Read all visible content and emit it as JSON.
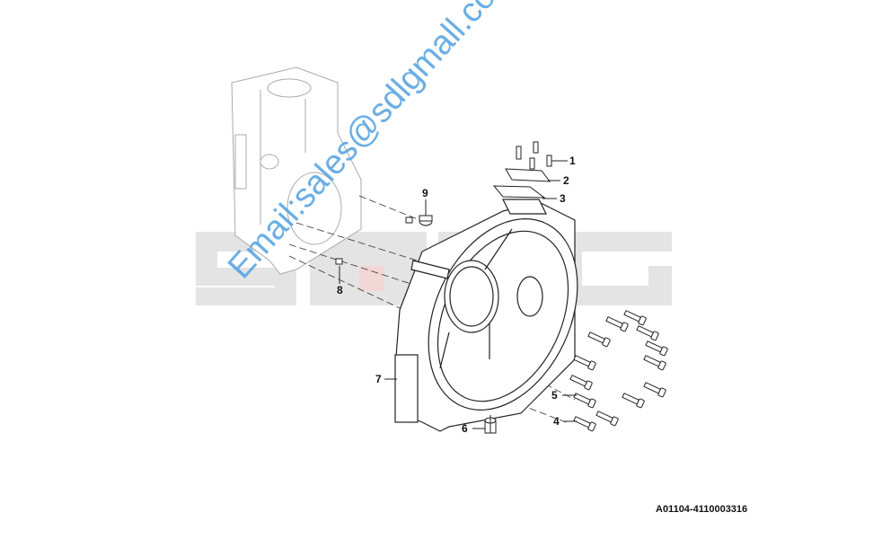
{
  "diagram": {
    "caption": "A01104-4110003316",
    "watermark_logo": "SDLG",
    "watermark_email": "Email:sales@sdlgmall.com",
    "callouts": [
      {
        "id": "1",
        "label": "1"
      },
      {
        "id": "2",
        "label": "2"
      },
      {
        "id": "3",
        "label": "3"
      },
      {
        "id": "4",
        "label": "4"
      },
      {
        "id": "5",
        "label": "5"
      },
      {
        "id": "6",
        "label": "6"
      },
      {
        "id": "7",
        "label": "7"
      },
      {
        "id": "8",
        "label": "8"
      },
      {
        "id": "9",
        "label": "9"
      }
    ]
  }
}
